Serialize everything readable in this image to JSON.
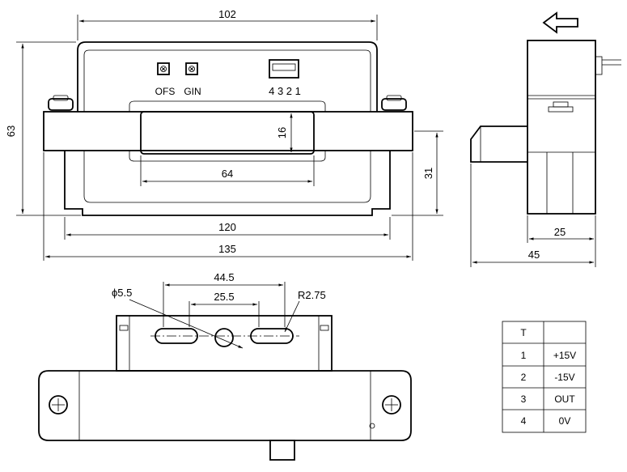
{
  "dimensions": {
    "top_width": "102",
    "height": "63",
    "window_height": "16",
    "window_width": "64",
    "lower_height": "31",
    "body_width": "120",
    "total_width": "135",
    "side_inner": "25",
    "side_total": "45",
    "slot_outer": "44.5",
    "slot_inner": "25.5",
    "hole_diameter": "ϕ5.5",
    "slot_radius": "R2.75"
  },
  "labels": {
    "ofs": "OFS",
    "gin": "GIN",
    "pins": "4 3 2 1"
  },
  "pin_table": {
    "header": [
      "T",
      ""
    ],
    "rows": [
      {
        "pin": "1",
        "signal": "+15V"
      },
      {
        "pin": "2",
        "signal": "-15V"
      },
      {
        "pin": "3",
        "signal": "OUT"
      },
      {
        "pin": "4",
        "signal": "0V"
      }
    ]
  }
}
